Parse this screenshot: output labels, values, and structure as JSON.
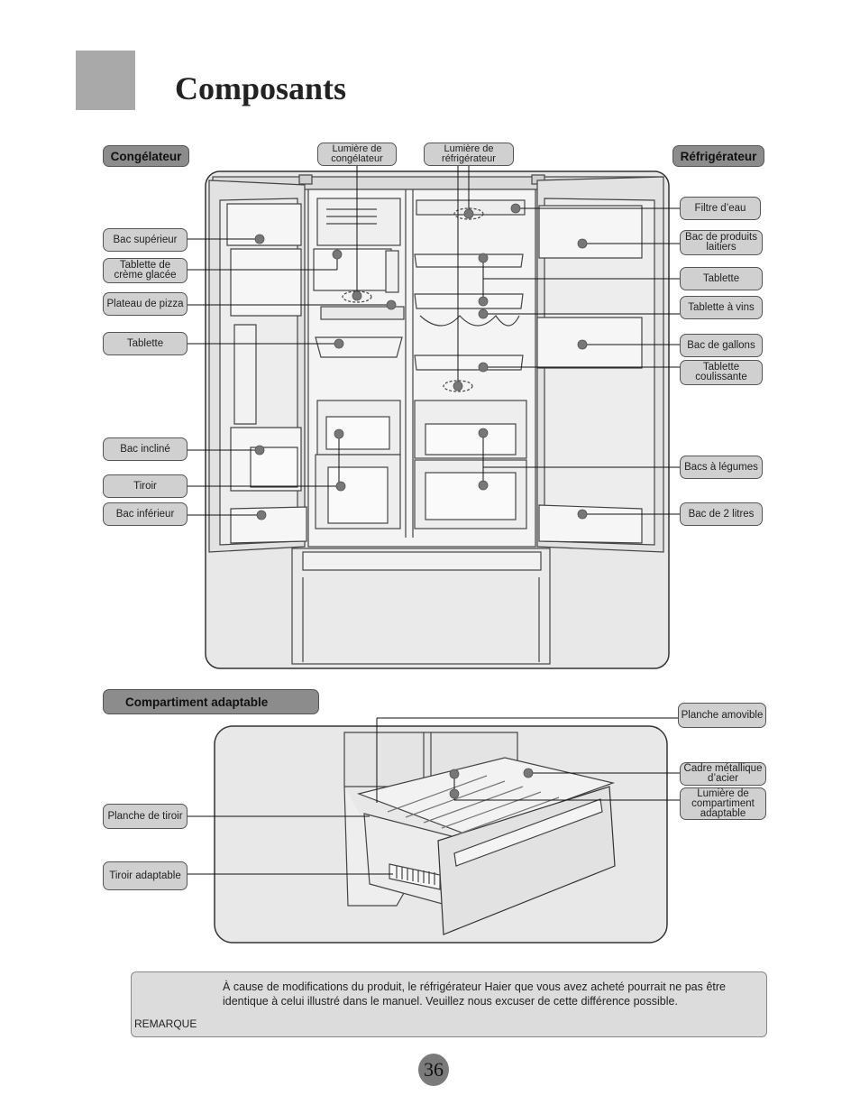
{
  "page": {
    "title": "Composants",
    "page_number": "36"
  },
  "freezer": {
    "header": "Congélateur",
    "labels": {
      "bac_superieur": "Bac supérieur",
      "tablette_creme": "Tablette de crème glacée",
      "plateau_pizza": "Plateau de pizza",
      "tablette": "Tablette",
      "bac_incline": "Bac incliné",
      "tiroir": "Tiroir",
      "bac_inferieur": "Bac inférieur"
    }
  },
  "top_labels": {
    "lumiere_congelateur": "Lumière de congélateur",
    "lumiere_refrigerateur": "Lumière de réfrigérateur"
  },
  "fridge": {
    "header": "Réfrigérateur",
    "labels": {
      "filtre_eau": "Filtre d’eau",
      "bac_produits_laitiers": "Bac de produits laitiers",
      "tablette": "Tablette",
      "tablette_vins": "Tablette à vins",
      "bac_gallons": "Bac de gallons",
      "tablette_coulissante": "Tablette coulissante",
      "bacs_legumes": "Bacs à légumes",
      "bac_2_litres": "Bac de 2 litres"
    }
  },
  "adaptable": {
    "header": "Compartiment adaptable",
    "labels": {
      "planche_amovible": "Planche amovible",
      "cadre_metallique": "Cadre métallique d’acier",
      "lumiere_compartiment": "Lumière de compartiment adaptable",
      "planche_tiroir": "Planche de tiroir",
      "tiroir_adaptable": "Tiroir adaptable"
    }
  },
  "note": {
    "label": "REMARQUE",
    "text": "À cause de modifications du produit, le réfrigérateur Haier que vous avez acheté pourrait ne pas être identique à celui illustré dans le manuel. Veuillez nous excuser de cette différence possible."
  }
}
